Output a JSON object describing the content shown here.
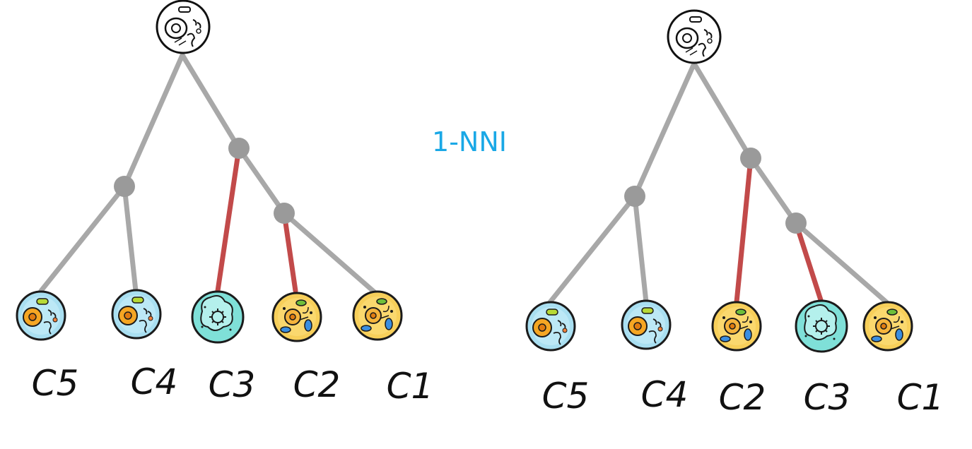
{
  "operation_label": "1-NNI",
  "colors": {
    "edge": "#a8a8a8",
    "highlight_edge": "#c24a4a",
    "node": "#9a9a9a",
    "operation_text": "#1aa8e6"
  },
  "trees": [
    {
      "name": "left-tree",
      "leaves": [
        {
          "label": "C5",
          "cell": "blue-cell"
        },
        {
          "label": "C4",
          "cell": "blue-cell"
        },
        {
          "label": "C3",
          "cell": "teal-cell"
        },
        {
          "label": "C2",
          "cell": "yellow-cell"
        },
        {
          "label": "C1",
          "cell": "yellow-cell"
        }
      ]
    },
    {
      "name": "right-tree",
      "leaves": [
        {
          "label": "C5",
          "cell": "blue-cell"
        },
        {
          "label": "C4",
          "cell": "blue-cell"
        },
        {
          "label": "C2",
          "cell": "yellow-cell"
        },
        {
          "label": "C3",
          "cell": "teal-cell"
        },
        {
          "label": "C1",
          "cell": "yellow-cell"
        }
      ]
    }
  ]
}
